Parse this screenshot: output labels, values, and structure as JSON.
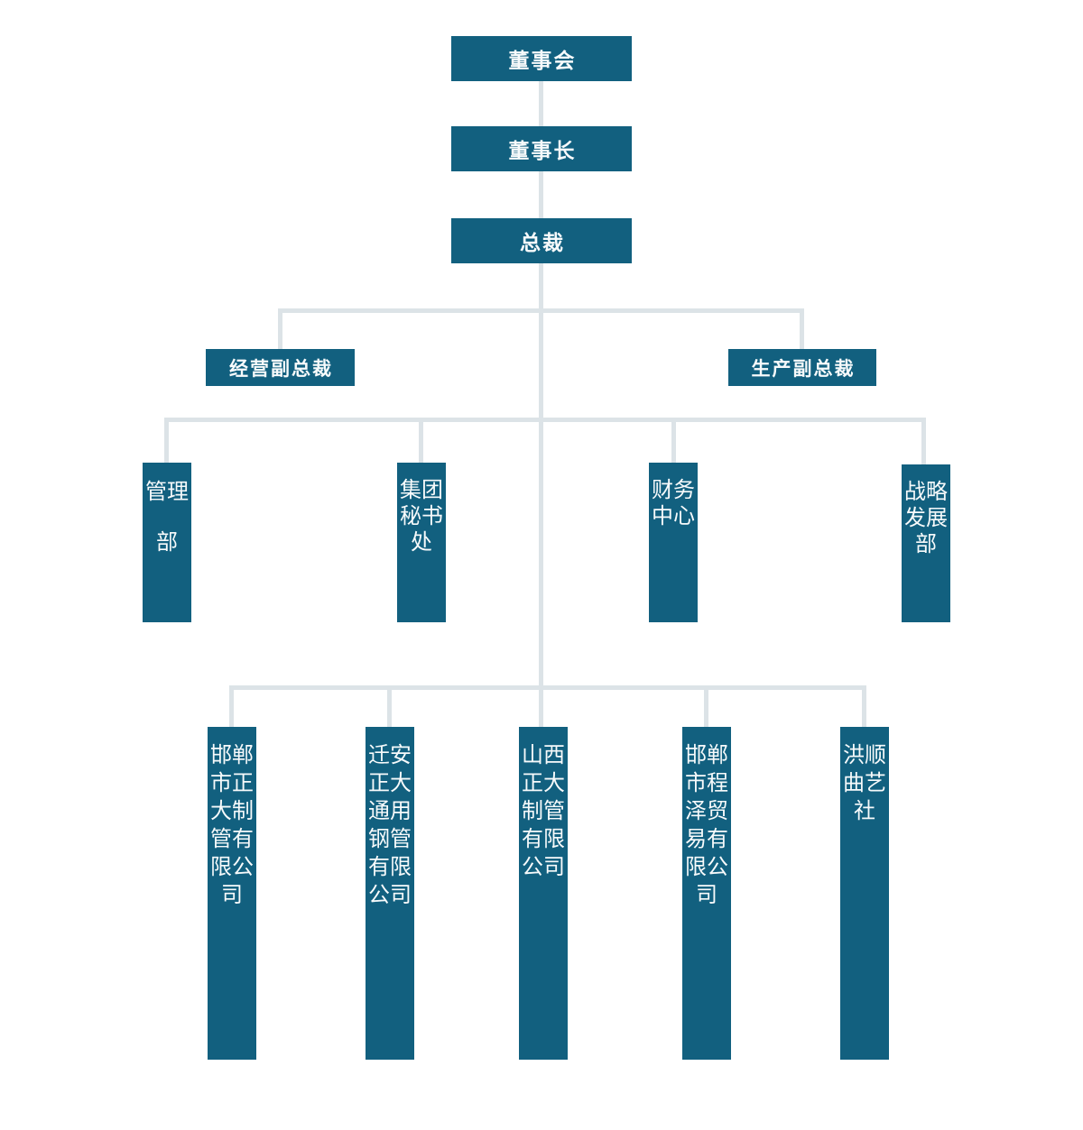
{
  "palette": {
    "node_fill": "#12607F",
    "node_text": "#F7FAFB",
    "connector": "#DCE3E7",
    "background": "#FFFFFF"
  },
  "org_chart": {
    "type": "organization-chart",
    "nodes": {
      "board": {
        "label": "董事会"
      },
      "chairman": {
        "label": "董事长"
      },
      "president": {
        "label": "总裁"
      },
      "vp_operations": {
        "label": "经营副总裁"
      },
      "vp_production": {
        "label": "生产副总裁"
      },
      "management_dept": {
        "label": "管理部"
      },
      "group_secretariat": {
        "label": "集团秘书处"
      },
      "finance_center": {
        "label": "财务中心"
      },
      "strategy_dept": {
        "label": "战略发展部"
      },
      "handan_zhengda": {
        "label": "邯郸市正大制管有限公司"
      },
      "qianan_zhengda": {
        "label": "迁安正大通用钢管有限公司"
      },
      "shanxi_zhengda": {
        "label": "山西正大制管有限公司"
      },
      "handan_chengze": {
        "label": "邯郸市程泽贸易有限公司"
      },
      "hongshun_quyi": {
        "label": "洪顺曲艺社"
      }
    },
    "edges": [
      {
        "parent": "board",
        "child": "chairman"
      },
      {
        "parent": "chairman",
        "child": "president"
      },
      {
        "parent": "president",
        "child": "vp_operations"
      },
      {
        "parent": "president",
        "child": "vp_production"
      },
      {
        "parent": "president",
        "child": "management_dept"
      },
      {
        "parent": "president",
        "child": "group_secretariat"
      },
      {
        "parent": "president",
        "child": "finance_center"
      },
      {
        "parent": "president",
        "child": "strategy_dept"
      },
      {
        "parent": "president",
        "child": "handan_zhengda"
      },
      {
        "parent": "president",
        "child": "qianan_zhengda"
      },
      {
        "parent": "president",
        "child": "shanxi_zhengda"
      },
      {
        "parent": "president",
        "child": "handan_chengze"
      },
      {
        "parent": "president",
        "child": "hongshun_quyi"
      }
    ]
  }
}
